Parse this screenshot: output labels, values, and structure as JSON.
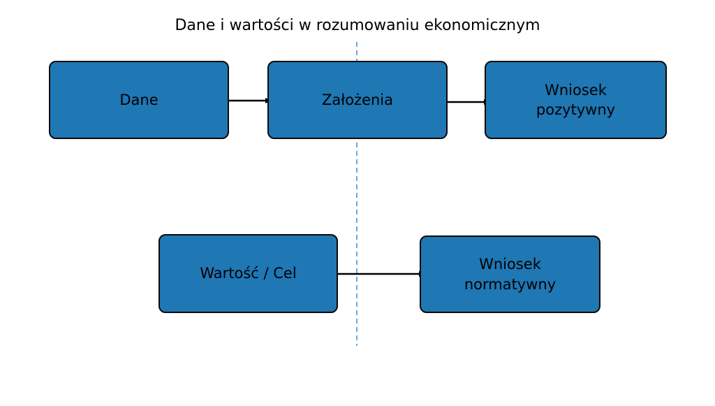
{
  "title": "Dane i wartości w rozumowaniu ekonomicznym",
  "colors": {
    "box_fill": "#1f77b4",
    "box_border": "#0a0a0a",
    "divider_dashed": "#4a8fd3",
    "arrow": "#000000",
    "background": "#ffffff"
  },
  "nodes": {
    "dane": {
      "label": "Dane"
    },
    "zalozenia": {
      "label": "Założenia"
    },
    "wniosek_pozytywny": {
      "label": "Wniosek\npozytywny"
    },
    "wartosc_cel": {
      "label": "Wartość / Cel"
    },
    "wniosek_normatywny": {
      "label": "Wniosek\nnormatywny"
    }
  },
  "edges": [
    {
      "from": "dane",
      "to": "zalozenia"
    },
    {
      "from": "zalozenia",
      "to": "wniosek_pozytywny"
    },
    {
      "from": "wartosc_cel",
      "to": "wniosek_normatywny"
    }
  ]
}
